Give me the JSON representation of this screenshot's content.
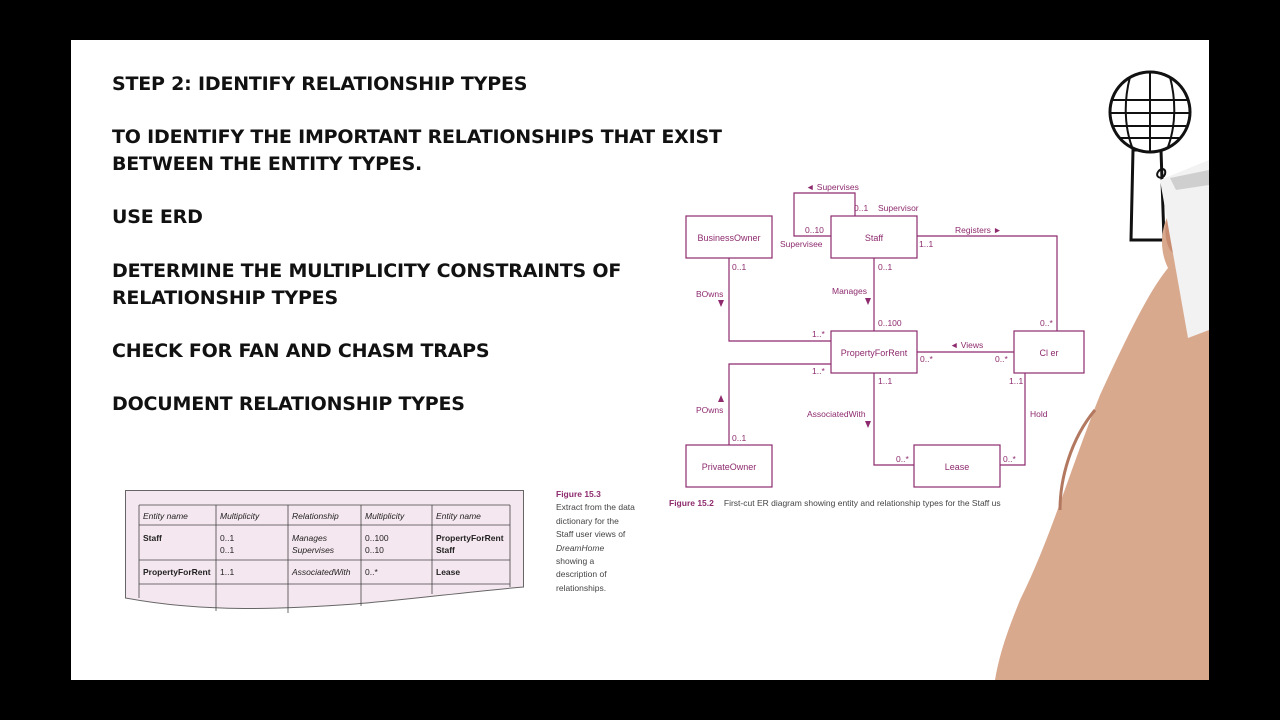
{
  "slide": {
    "lines": [
      "STEP 2: IDENTIFY RELATIONSHIP TYPES",
      "TO IDENTIFY THE IMPORTANT RELATIONSHIPS THAT EXIST",
      "BETWEEN THE ENTITY TYPES.",
      "USE ERD",
      "DETERMINE THE MULTIPLICITY CONSTRAINTS OF",
      "RELATIONSHIP TYPES",
      "CHECK FOR FAN AND CHASM TRAPS",
      "DOCUMENT RELATIONSHIP TYPES"
    ]
  },
  "erd": {
    "entities": {
      "business_owner": "BusinessOwner",
      "staff": "Staff",
      "client": "Cl  er",
      "property_for_rent": "PropertyForRent",
      "private_owner": "PrivateOwner",
      "lease": "Lease"
    },
    "relationships": {
      "supervises": "◄ Supervises",
      "registers": "Registers ►",
      "manages": "Manages",
      "bowns": "BOwns",
      "views": "◄ Views",
      "powns": "POwns",
      "associated_with": "AssociatedWith",
      "holds": "Hold"
    },
    "multiplicities": {
      "supervisor_01": "0..1",
      "supervisor_role": "Supervisor",
      "supervisee_010": "0..10",
      "supervisee_role": "Supervisee",
      "staff_registers": "1..1",
      "bo_bowns": "0..1",
      "staff_manages": "0..1",
      "pfr_bowns": "1..*",
      "pfr_manages": "0..100",
      "client_registers": "0..*",
      "pfr_views": "0..*",
      "client_views": "0..*",
      "pfr_powns": "1..*",
      "pfr_associated": "1..1",
      "client_holds": "1..1",
      "po_powns": "0..1",
      "lease_associated": "0..*",
      "lease_holds": "0..*"
    },
    "caption_number": "Figure 15.2",
    "caption_text": "First-cut ER diagram showing entity and relationship types for the Staff us"
  },
  "dictionary": {
    "headers": [
      "Entity name",
      "Multiplicity",
      "Relationship",
      "Multiplicity",
      "Entity name"
    ],
    "rows": [
      {
        "entity": "Staff",
        "mult1": "0..1",
        "mult1b": "0..1",
        "rel": "Manages",
        "rel2": "Supervises",
        "mult2": "0..100",
        "mult2b": "0..10",
        "target": "PropertyForRent",
        "target2": "Staff"
      },
      {
        "entity": "PropertyForRent",
        "mult1": "1..1",
        "rel": "AssociatedWith",
        "mult2": "0..*",
        "target": "Lease"
      }
    ],
    "caption_number": "Figure 15.3",
    "caption_lines": [
      "Extract from the data",
      "dictionary for the",
      "Staff user views of",
      "DreamHome",
      "showing a",
      "description of",
      "relationships."
    ]
  },
  "colors": {
    "accent": "#8e2b6e",
    "table_fill": "#f5e7ef",
    "background": "#000000",
    "slide": "#ffffff"
  },
  "icons": [
    "microphone-icon",
    "hand-with-marker"
  ]
}
